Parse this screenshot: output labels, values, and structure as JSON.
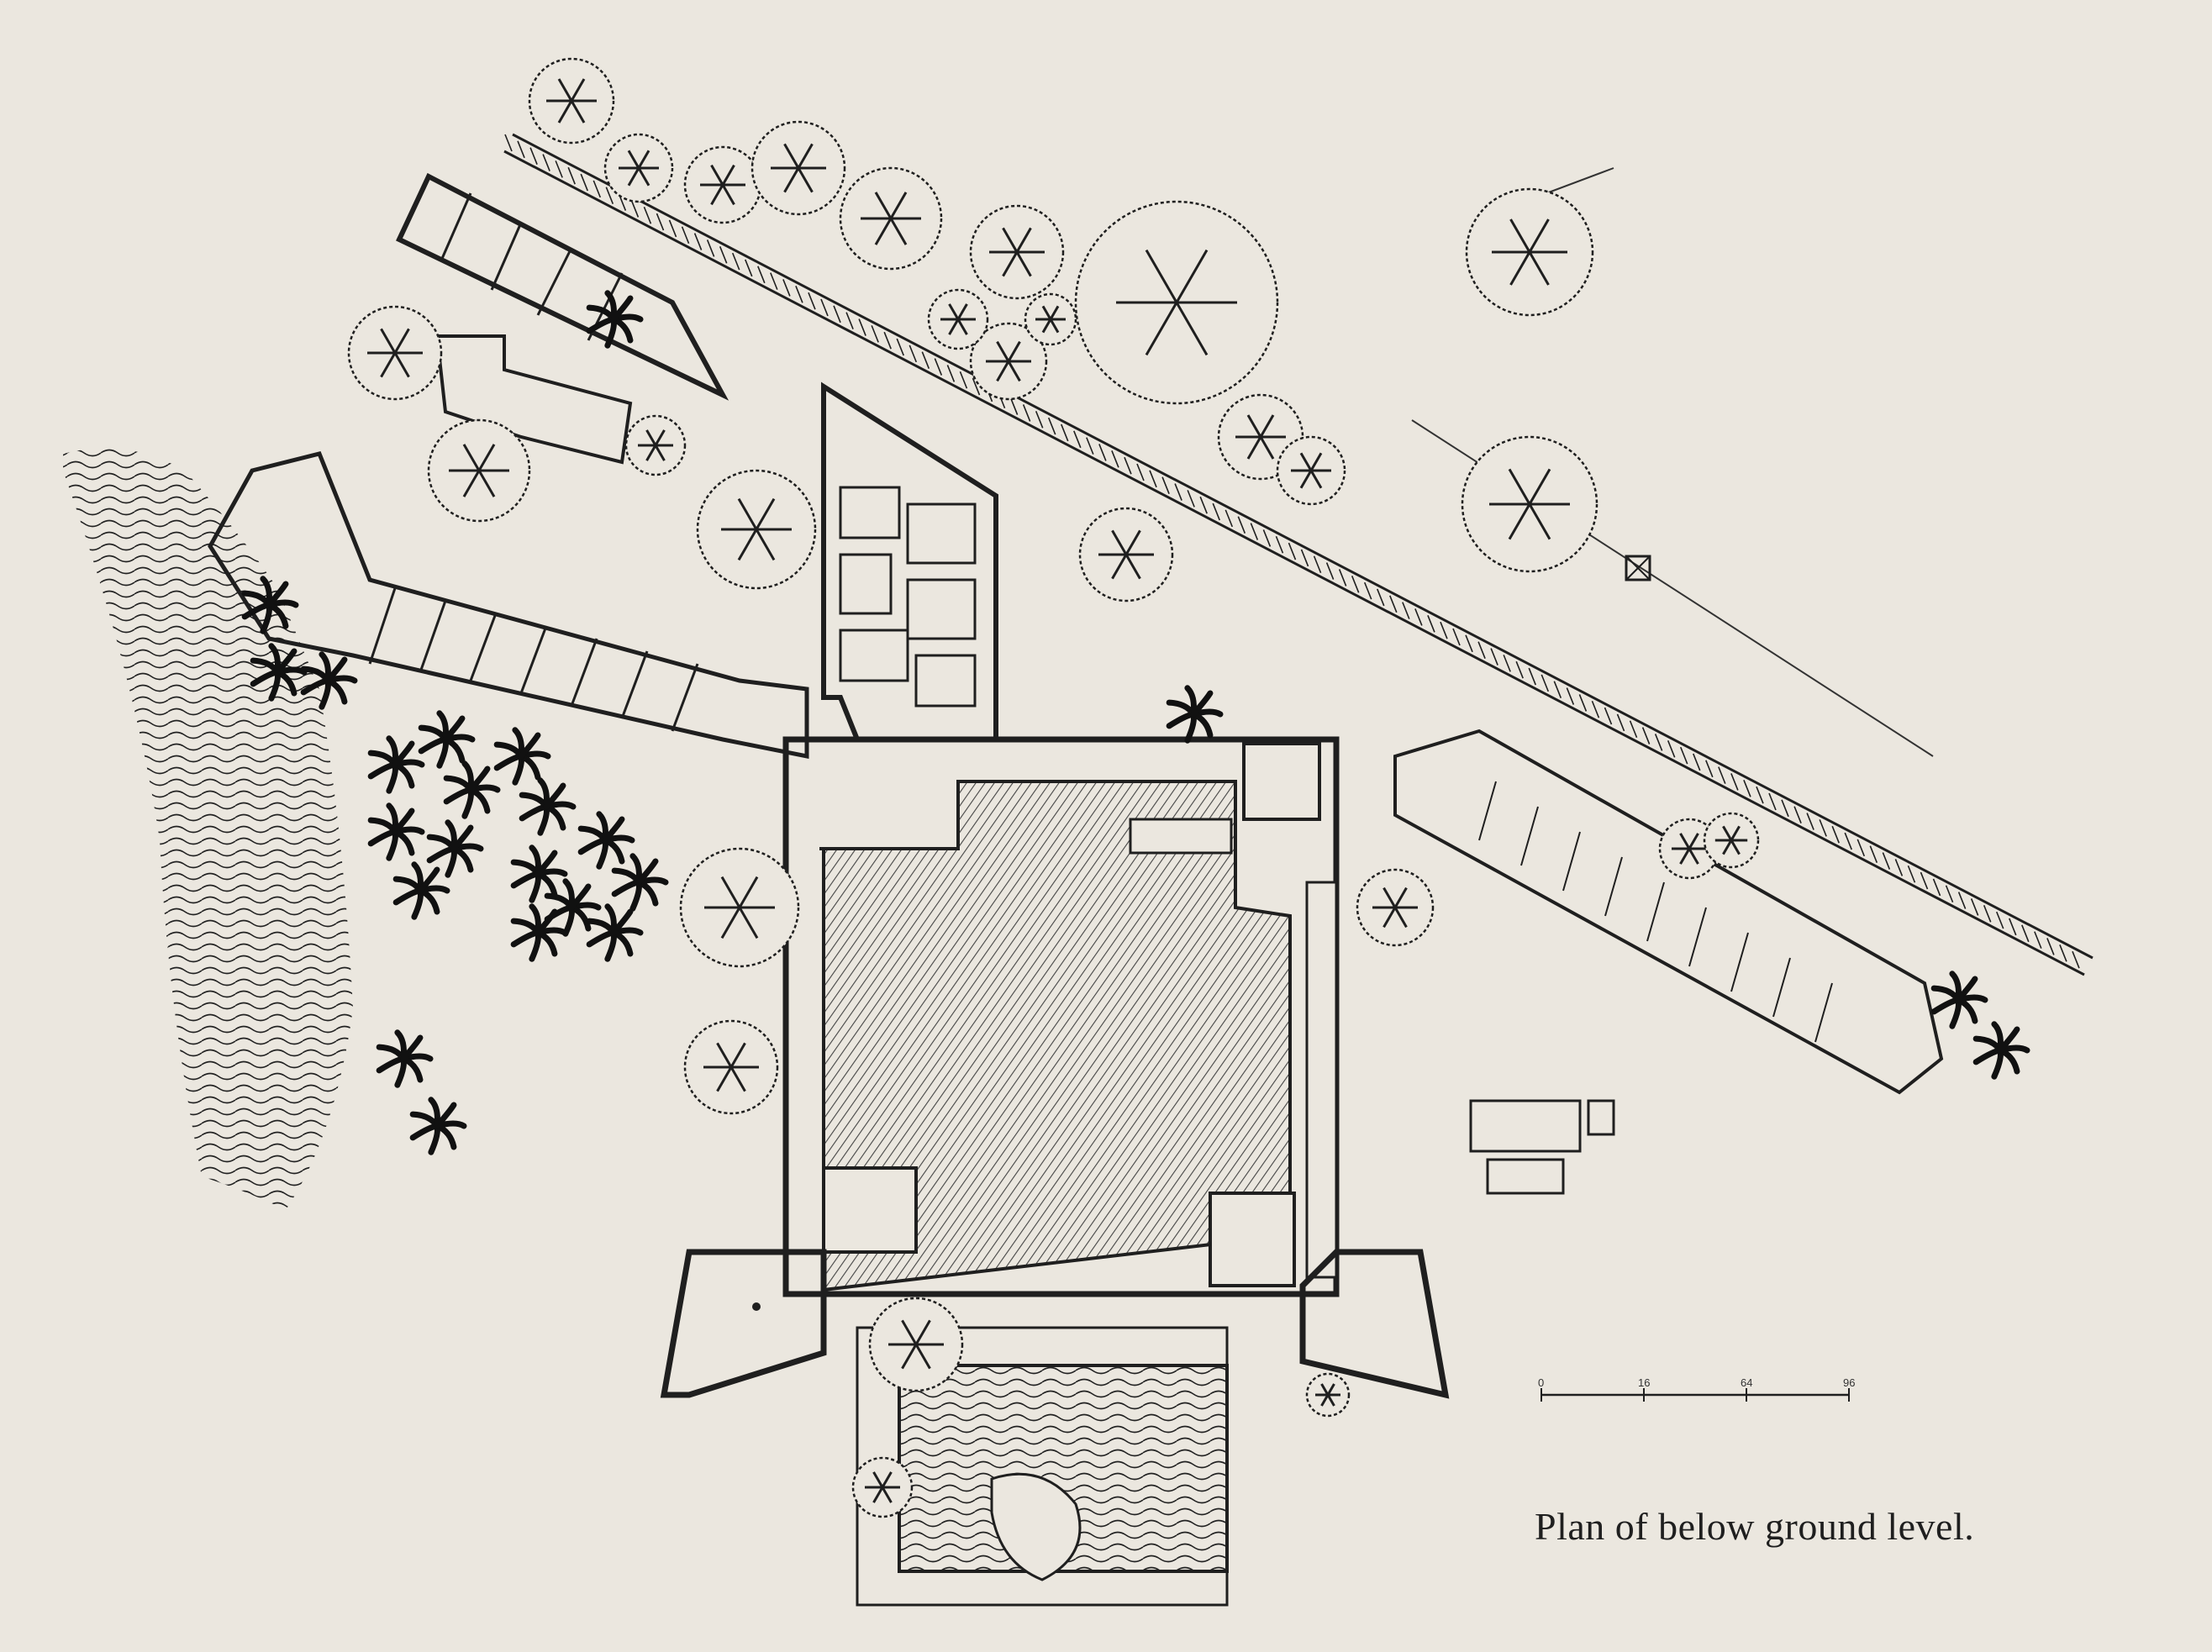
{
  "caption": "Plan of below ground level.",
  "scale_bar": {
    "ticks": [
      "0",
      "16",
      "64",
      "96"
    ]
  },
  "colors": {
    "paper": "#ebe7df",
    "ink": "#1f1f1f",
    "hatch": "#555555"
  }
}
